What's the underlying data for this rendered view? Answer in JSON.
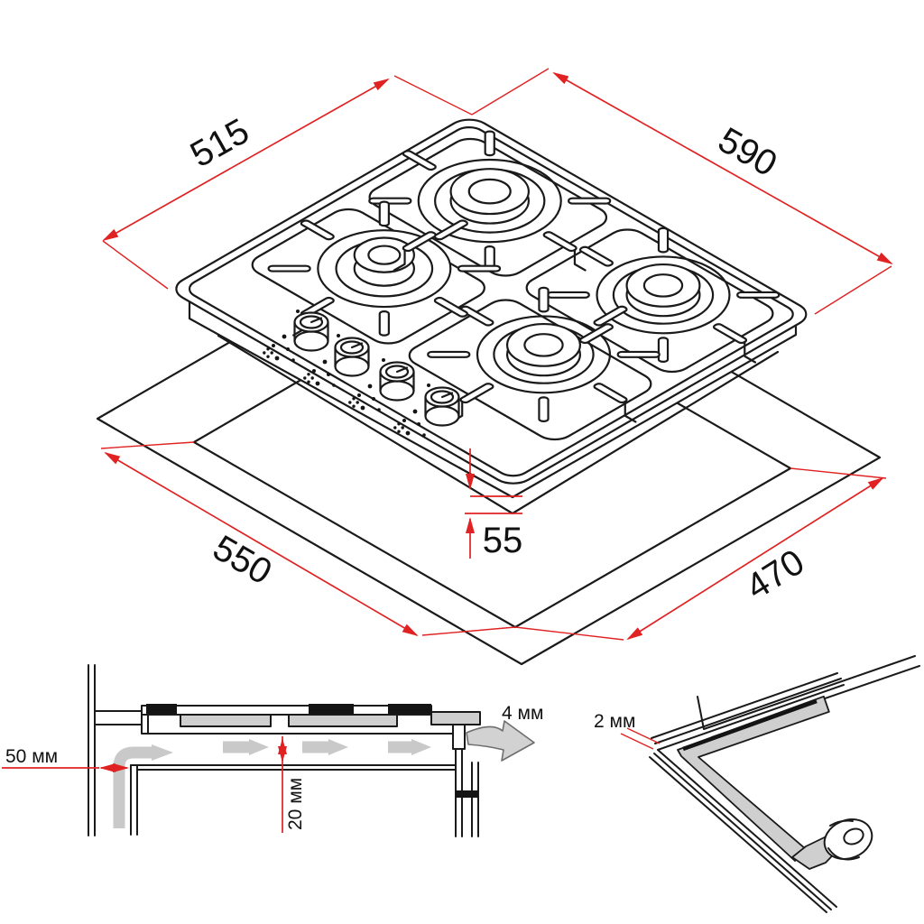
{
  "iso": {
    "hob_width": "590",
    "hob_depth": "515",
    "cutout_width": "550",
    "cutout_depth": "470",
    "front_edge_offset": "55"
  },
  "section": {
    "wall_clearance": "50 мм",
    "shelf_gap": "20 мм",
    "edge_vent_gap": "4 мм"
  },
  "detail": {
    "seal_thickness": "2 мм"
  },
  "colors": {
    "line": "#1a1a1a",
    "dimension_red": "#e02222",
    "airflow_gray": "#c9c9c9",
    "gasket_gray": "#cfcfcf"
  }
}
